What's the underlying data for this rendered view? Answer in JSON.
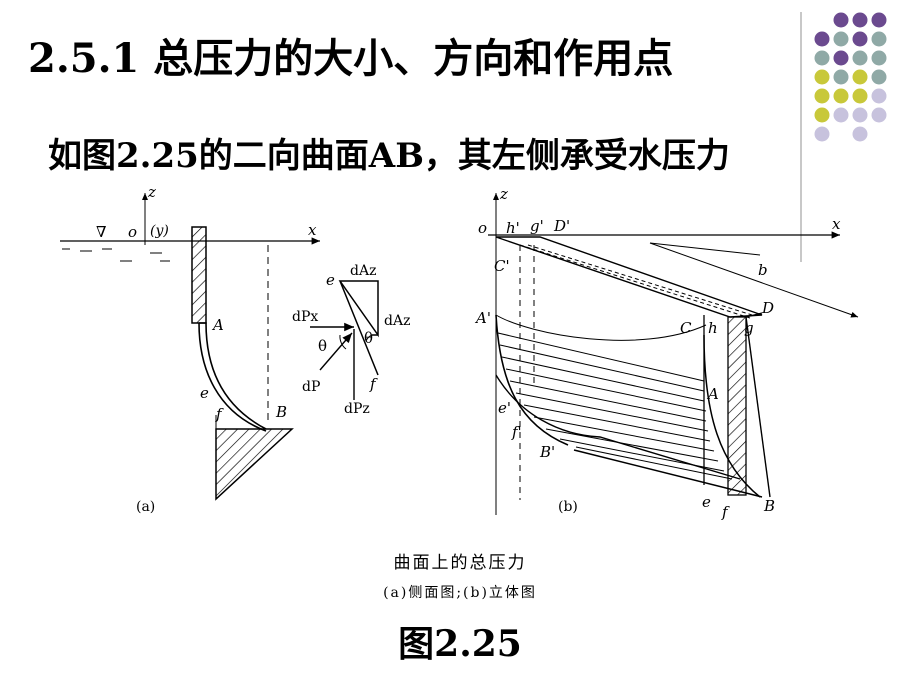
{
  "slide": {
    "title": "2.5.1 总压力的大小、方向和作用点",
    "subtitle": "如图2.25的二向曲面AB，其左侧承受水压力"
  },
  "decor": {
    "dot_colors": {
      "purple": "#6b4a8f",
      "teal": "#8fa9a6",
      "olive": "#c8c83a",
      "lavender": "#c7c2dd"
    }
  },
  "figure_a": {
    "labels": {
      "z": "z",
      "x": "x",
      "nabla": "∇",
      "o": "o",
      "y": "(y)",
      "A": "A",
      "B": "B",
      "e": "e",
      "f": "f",
      "e2": "e",
      "f2": "f",
      "dAz": "dAz",
      "dAz2": "dAz",
      "dPx": "dPx",
      "dP": "dP",
      "dPz": "dPz",
      "theta1": "θ",
      "theta2": "θ"
    },
    "panel_label": "(a)"
  },
  "figure_b": {
    "labels": {
      "z": "z",
      "x": "x",
      "o": "o",
      "h1": "h'",
      "g1": "g'",
      "D1": "D'",
      "C1": "C'",
      "A1": "A'",
      "C": "C",
      "h": "h",
      "g": "g",
      "D": "D",
      "b": "b",
      "A": "A",
      "e1": "e'",
      "f1": "f'",
      "B1": "B'",
      "e": "e",
      "f": "f",
      "B": "B"
    },
    "panel_label": "(b)"
  },
  "captions": {
    "main": "曲面上的总压力",
    "sub": "(a)侧面图;(b)立体图",
    "figure_label": "图2.25"
  }
}
